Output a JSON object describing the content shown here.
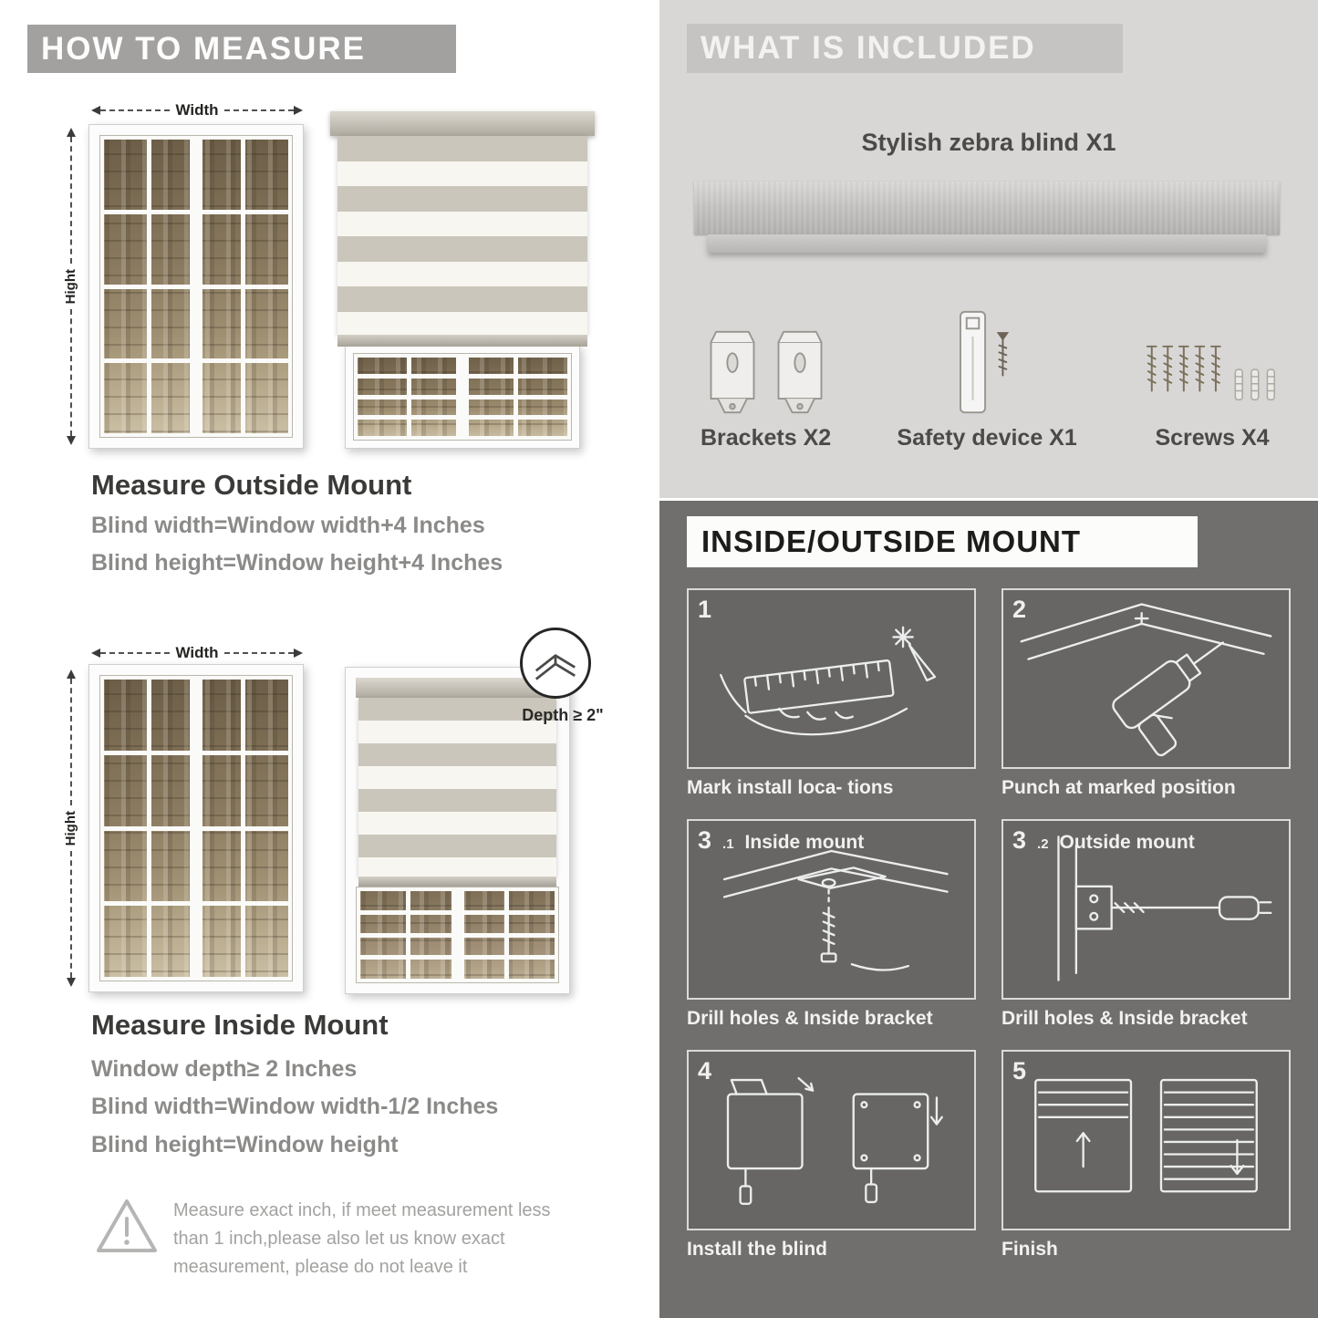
{
  "colors": {
    "left_banner_bg": "#a2a1a0",
    "included_panel_bg": "#d8d7d5",
    "included_banner_bg": "#c5c4c2",
    "mount_panel_bg": "#706f6d",
    "heading_text": "#3a3a38",
    "formula_text": "#8b8a88",
    "caption_text": "#f3f2f0"
  },
  "left": {
    "header": "HOW TO MEASURE",
    "outside": {
      "width_label": "Width",
      "height_label": "Hight",
      "title": "Measure Outside Mount",
      "formulas": [
        "Blind width=Window width+4 Inches",
        "Blind height=Window height+4 Inches"
      ]
    },
    "inside": {
      "width_label": "Width",
      "height_label": "Hight",
      "depth_label": "Depth ≥ 2\"",
      "title": "Measure Inside Mount",
      "formulas": [
        "Window depth≥ 2 Inches",
        "Blind width=Window width-1/2 Inches",
        "Blind height=Window height"
      ]
    },
    "note": "Measure exact inch, if meet measurement less than 1 inch,please also let us know exact measurement, please do not leave it"
  },
  "included": {
    "header": "WHAT IS INCLUDED",
    "blind_label": "Stylish zebra blind X1",
    "items": [
      {
        "label": "Brackets X2"
      },
      {
        "label": "Safety device X1"
      },
      {
        "label": "Screws X4"
      }
    ]
  },
  "mount": {
    "header": "INSIDE/OUTSIDE MOUNT",
    "steps": [
      {
        "num": "1",
        "sub": "",
        "label": "",
        "caption": "Mark install loca- tions"
      },
      {
        "num": "2",
        "sub": "",
        "label": "",
        "caption": "Punch at marked position"
      },
      {
        "num": "3",
        "sub": ".1",
        "label": "Inside mount",
        "caption": "Drill holes & Inside bracket"
      },
      {
        "num": "3",
        "sub": ".2",
        "label": "Outside mount",
        "caption": "Drill holes & Inside bracket"
      },
      {
        "num": "4",
        "sub": "",
        "label": "",
        "caption": "Install the blind"
      },
      {
        "num": "5",
        "sub": "",
        "label": "",
        "caption": "Finish"
      }
    ]
  }
}
